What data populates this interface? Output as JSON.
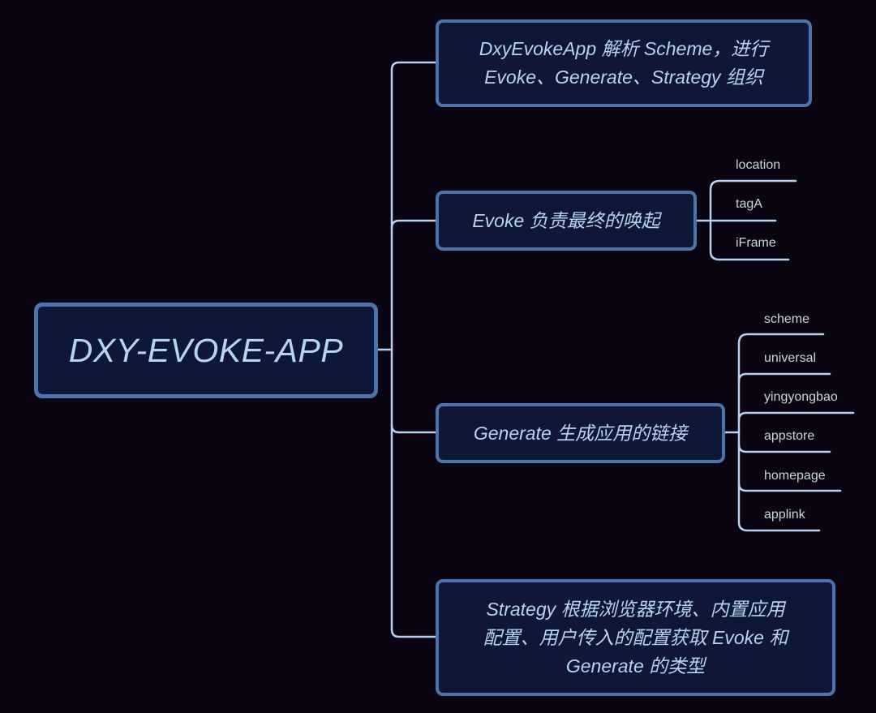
{
  "root": {
    "label": "DXY-EVOKE-APP"
  },
  "branches": [
    {
      "label": "DxyEvokeApp 解析 Scheme，进行\nEvoke、Generate、Strategy 组织",
      "children": []
    },
    {
      "label": "Evoke 负责最终的唤起",
      "children": [
        "location",
        "tagA",
        "iFrame"
      ]
    },
    {
      "label": "Generate 生成应用的链接",
      "children": [
        "scheme",
        "universal",
        "yingyongbao",
        "appstore",
        "homepage",
        "applink"
      ]
    },
    {
      "label": "Strategy 根据浏览器环境、内置应用\n配置、用户传入的配置获取 Evoke 和\nGenerate 的类型",
      "children": []
    }
  ],
  "colors": {
    "background": "#0a0510",
    "node_fill": "#0e1738",
    "node_border": "#4a74ad",
    "node_text": "#b7d3f4",
    "connector": "#b7d3f4",
    "leaf_text": "#c9d3e2"
  }
}
